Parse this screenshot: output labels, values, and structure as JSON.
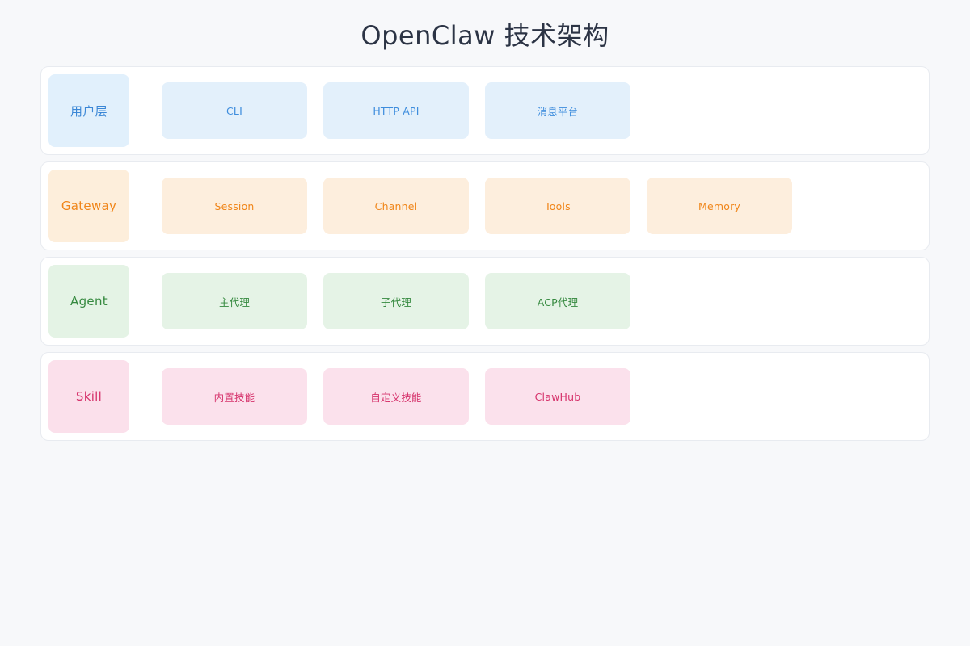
{
  "title": "OpenClaw 技术架构",
  "colors": {
    "page_background": "#f7f8fa",
    "title": "#2c3445",
    "row_background": "#ffffff",
    "row_border": "#e8ebf0",
    "blue_text": "#3e8ddd",
    "blue_fill": "#e3f0fb",
    "orange_text": "#f08519",
    "orange_fill": "#fdeedd",
    "green_text": "#35893f",
    "green_fill": "#e5f3e6",
    "pink_text": "#d6336c",
    "pink_fill": "#fbe1ec"
  },
  "layers": [
    {
      "label": "用户层",
      "theme": "blue",
      "items": [
        "CLI",
        "HTTP API",
        "消息平台"
      ]
    },
    {
      "label": "Gateway",
      "theme": "orange",
      "items": [
        "Session",
        "Channel",
        "Tools",
        "Memory"
      ]
    },
    {
      "label": "Agent",
      "theme": "green",
      "items": [
        "主代理",
        "子代理",
        "ACP代理"
      ]
    },
    {
      "label": "Skill",
      "theme": "pink",
      "items": [
        "内置技能",
        "自定义技能",
        "ClawHub"
      ]
    }
  ]
}
